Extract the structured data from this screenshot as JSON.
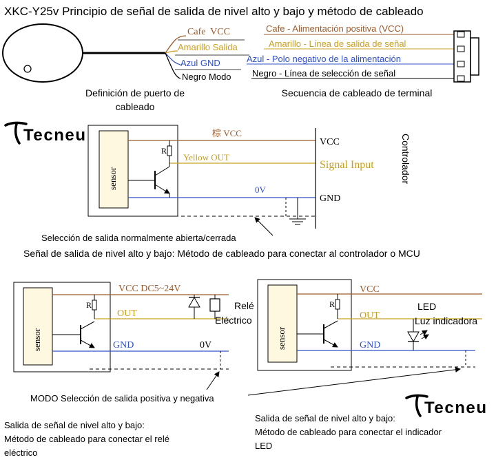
{
  "title": "XKC-Y25v Principio de señal de salida de nivel alto y bajo y método de cableado",
  "brand": "Tecneu",
  "colors": {
    "brown": "#9c5a2a",
    "yellow": "#c8a020",
    "blue": "#3050c8",
    "black": "#000000",
    "box_fill": "#fff8e0"
  },
  "port_definition": {
    "wires": [
      "Cafe  VCC",
      "Amarillo Salida",
      "Azul GND",
      "Negro Modo"
    ],
    "caption_line1": "Definición de puerto de",
    "caption_line2": "cableado"
  },
  "terminal_sequence": {
    "labels": [
      "Cafe - Alimentación positiva (VCC)",
      "Amarillo - Línea de salida de señal",
      "Azul - Polo negativo de la alimentación",
      "Negro - Línea de selección de señal"
    ],
    "caption": "Secuencia de cableado de terminal"
  },
  "mcu_circuit": {
    "sensor_label": "sensor",
    "resistor_label": "R",
    "vcc_wire": "棕 VCC",
    "out_wire": "Yellow OUT",
    "gnd_wire": "0V",
    "pin_vcc": "VCC",
    "pin_signal": "Signal Input",
    "pin_gnd": "GND",
    "controller": "Controlador",
    "selection_note": "Selección de salida normalmente abierta/cerrada",
    "caption": "Señal de salida de nivel alto y bajo: Método de cableado para conectar al controlador o MCU"
  },
  "relay_circuit": {
    "sensor_label": "sensor",
    "resistor_label": "R",
    "vcc_wire": "VCC DC5~24V",
    "out_wire": "OUT",
    "gnd_wire": "GND",
    "zero_v": "0V",
    "relay_line1": "Relé",
    "relay_line2": "Eléctrico",
    "caption_line1": "Salida de señal de nivel alto y bajo:",
    "caption_line2": "Método de cableado para conectar el relé",
    "caption_line3": "eléctrico"
  },
  "led_circuit": {
    "sensor_label": "sensor",
    "resistor_label": "R",
    "vcc_wire": "VCC",
    "out_wire": "OUT",
    "gnd_wire": "GND",
    "led_line1": "LED",
    "led_line2": "Luz indicadora",
    "caption_line1": "Salida de señal de nivel alto y bajo:",
    "caption_line2": "Método de cableado para conectar el indicador",
    "caption_line3": "LED"
  },
  "mode_note": "MODO Selección de salida positiva y negativa"
}
